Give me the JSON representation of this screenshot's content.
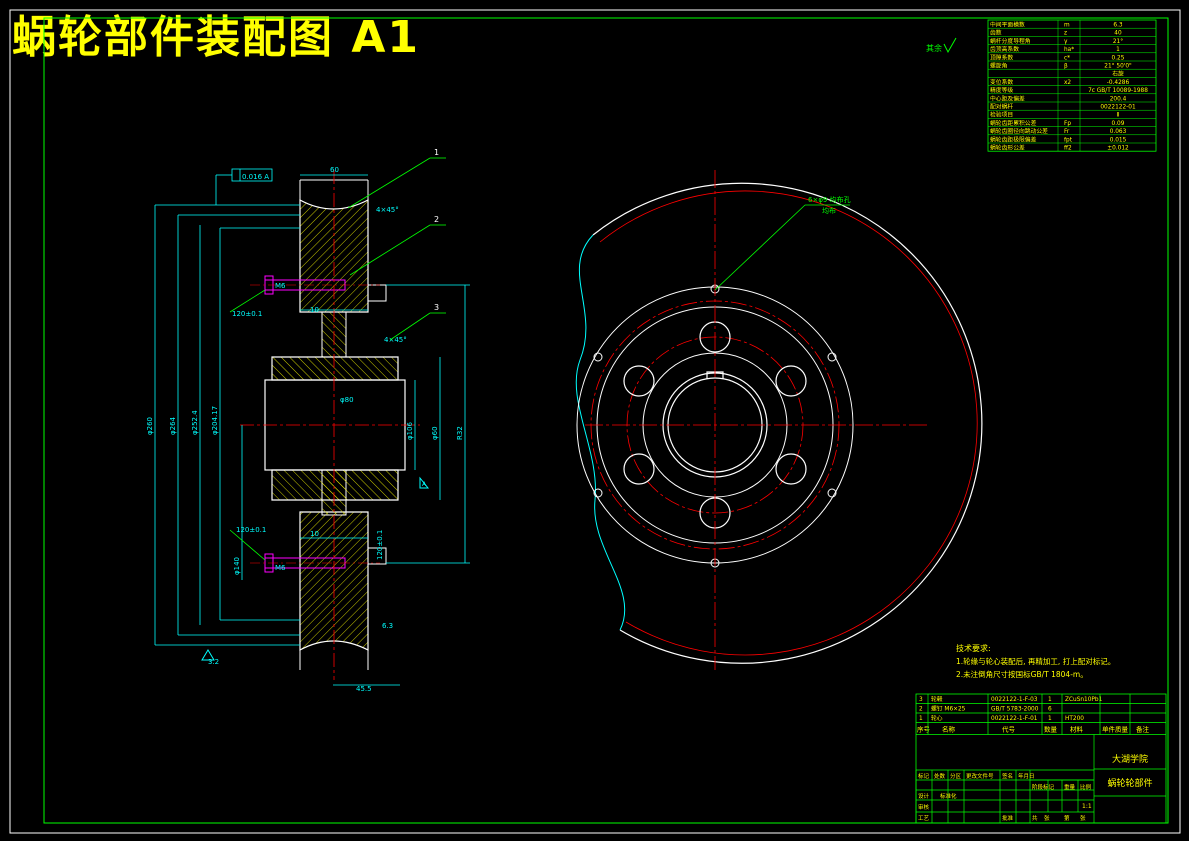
{
  "title": "蜗轮部件装配图  A1",
  "roughness_note": "其余",
  "param_table": {
    "rows": [
      [
        "中间平面模数",
        "m",
        "6.3"
      ],
      [
        "齿数",
        "z",
        "40"
      ],
      [
        "蜗杆分度导程角",
        "γ",
        "21°"
      ],
      [
        "齿顶高系数",
        "ha*",
        "1"
      ],
      [
        "顶隙系数",
        "c*",
        "0.25"
      ],
      [
        "螺旋角",
        "β",
        "21° 50'0\""
      ],
      [
        "",
        "",
        "右旋"
      ],
      [
        "变位系数",
        "x2",
        "-0.4286"
      ],
      [
        "精度等级",
        "",
        "7c GB/T 10089-1988"
      ],
      [
        "中心距及偏差",
        "",
        "200.4"
      ],
      [
        "配对蜗杆",
        "",
        "0022122-01"
      ],
      [
        "检验项目",
        "",
        "Ⅱ"
      ],
      [
        "蜗轮齿距累积公差",
        "Fp",
        "0.09"
      ],
      [
        "蜗轮齿圈径向跳动公差",
        "Fr",
        "0.063"
      ],
      [
        "蜗轮齿距极限偏差",
        "fpt",
        "0.015"
      ],
      [
        "蜗轮齿形公差",
        "ff2",
        "±0.012"
      ]
    ]
  },
  "tech_req": {
    "heading": "技术要求:",
    "items": [
      "1.轮缘与轮心装配后, 再精加工, 打上配对标记。",
      "2.未注倒角尺寸按国标GB/T 1804-m。"
    ]
  },
  "parts_list": {
    "rows": [
      [
        "3",
        "轮毂",
        "0022122-1-F-03",
        "1",
        "ZCuSn10Pb1",
        ""
      ],
      [
        "2",
        "螺钉 M6×25",
        "GB/T 5783-2000",
        "6",
        "",
        ""
      ],
      [
        "1",
        "轮心",
        "0022122-1-F-01",
        "1",
        "HT200",
        ""
      ]
    ],
    "header": [
      "序号",
      "名称",
      "代号",
      "数量",
      "材料",
      "单件质量",
      "备注"
    ]
  },
  "title_block": {
    "school": "大湖学院",
    "drawing_name": "蜗轮轮部件",
    "scale": "1:1",
    "labels": [
      "标记",
      "处数",
      "分区",
      "更改文件号",
      "签名",
      "年月日",
      "设计",
      "标准化",
      "审核",
      "工艺",
      "批准",
      "阶段标记",
      "重量",
      "比例",
      "共",
      "张",
      "第",
      "张"
    ]
  },
  "dimension_texts": {
    "top_width": "60",
    "callout_1": "1",
    "callout_2": "2",
    "callout_3": "3",
    "tolerance_frame": "0.016 A",
    "chamfer_top": "4×45°",
    "chamfer_mid": "4×45°",
    "screw_top": "M6",
    "screw_bottom": "M6",
    "dim_10_top": "10",
    "dim_10_bottom": "10",
    "bore": "φ80",
    "dia_outer": "φ260",
    "dia_2": "φ264",
    "dia_3": "φ252.4",
    "dia_4": "φ204.17",
    "dia_5": "φ140",
    "dia_6": "φ60",
    "dia_hub": "φ106",
    "dim_h": "120±0.1",
    "dim_r": "R32",
    "datum": "A",
    "rough_1": "3.2",
    "rough_2": "6.3",
    "bottom_dim": "45.5",
    "keyway_note": "6×φ9 均布孔",
    "keyway_note2": "均布",
    "scale_label": "比例"
  },
  "colors": {
    "border": "#00ff00",
    "title": "#ffff00",
    "outline": "#ffffff",
    "center": "#ff0000",
    "dimension": "#00ffff",
    "leader": "#00ff00",
    "hatch": "#ffff00",
    "screw": "#ff00ff"
  }
}
